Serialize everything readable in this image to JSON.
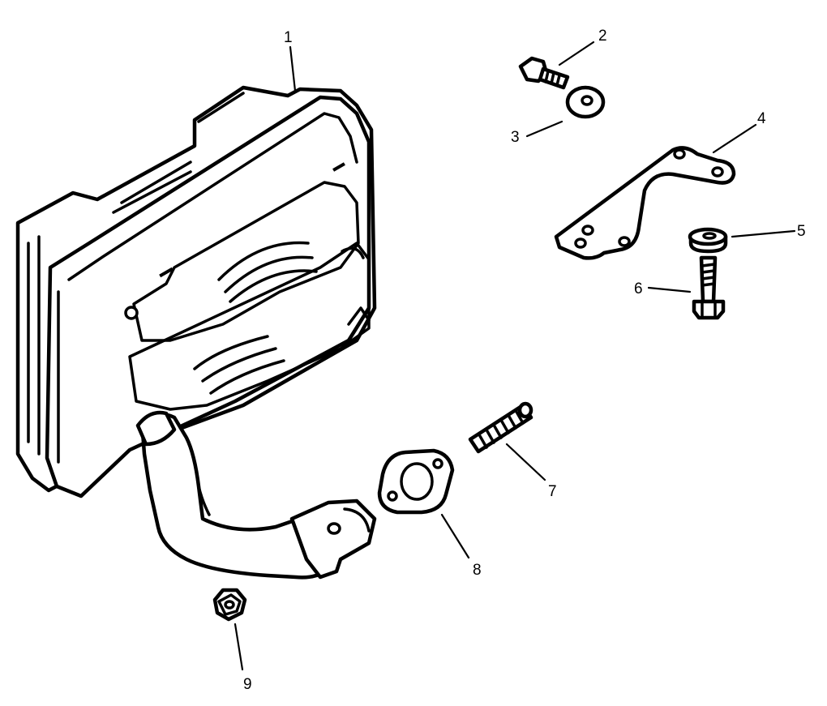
{
  "callouts": [
    {
      "id": "muffler",
      "label": "1"
    },
    {
      "id": "bolt-small",
      "label": "2"
    },
    {
      "id": "washer",
      "label": "3"
    },
    {
      "id": "bracket",
      "label": "4"
    },
    {
      "id": "spacer",
      "label": "5"
    },
    {
      "id": "bolt-long",
      "label": "6"
    },
    {
      "id": "stud",
      "label": "7"
    },
    {
      "id": "gasket",
      "label": "8"
    },
    {
      "id": "nut",
      "label": "9"
    }
  ],
  "colors": {
    "ink": "#000000",
    "paper": "#ffffff"
  }
}
